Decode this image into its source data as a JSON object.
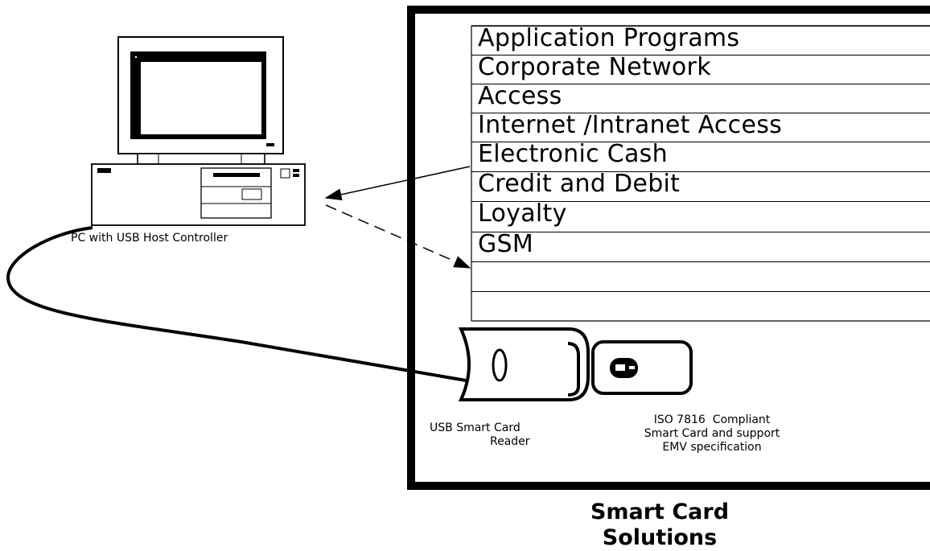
{
  "panel": {
    "application_rows": [
      "Application Programs",
      "Corporate Network",
      "Access",
      "Internet  /Intranet Access",
      "Electronic Cash",
      "Credit and Debit",
      "Loyalty",
      "GSM",
      "",
      ""
    ]
  },
  "pc": {
    "label": "PC with USB Host Controller"
  },
  "reader": {
    "label_line1": "USB Smart Card",
    "label_line2": "Reader"
  },
  "card": {
    "label_line1": "ISO 7816  Compliant",
    "label_line2": "Smart Card and support",
    "label_line3": "EMV specification"
  },
  "title": {
    "line1": "Smart Card",
    "line2": "Solutions"
  }
}
